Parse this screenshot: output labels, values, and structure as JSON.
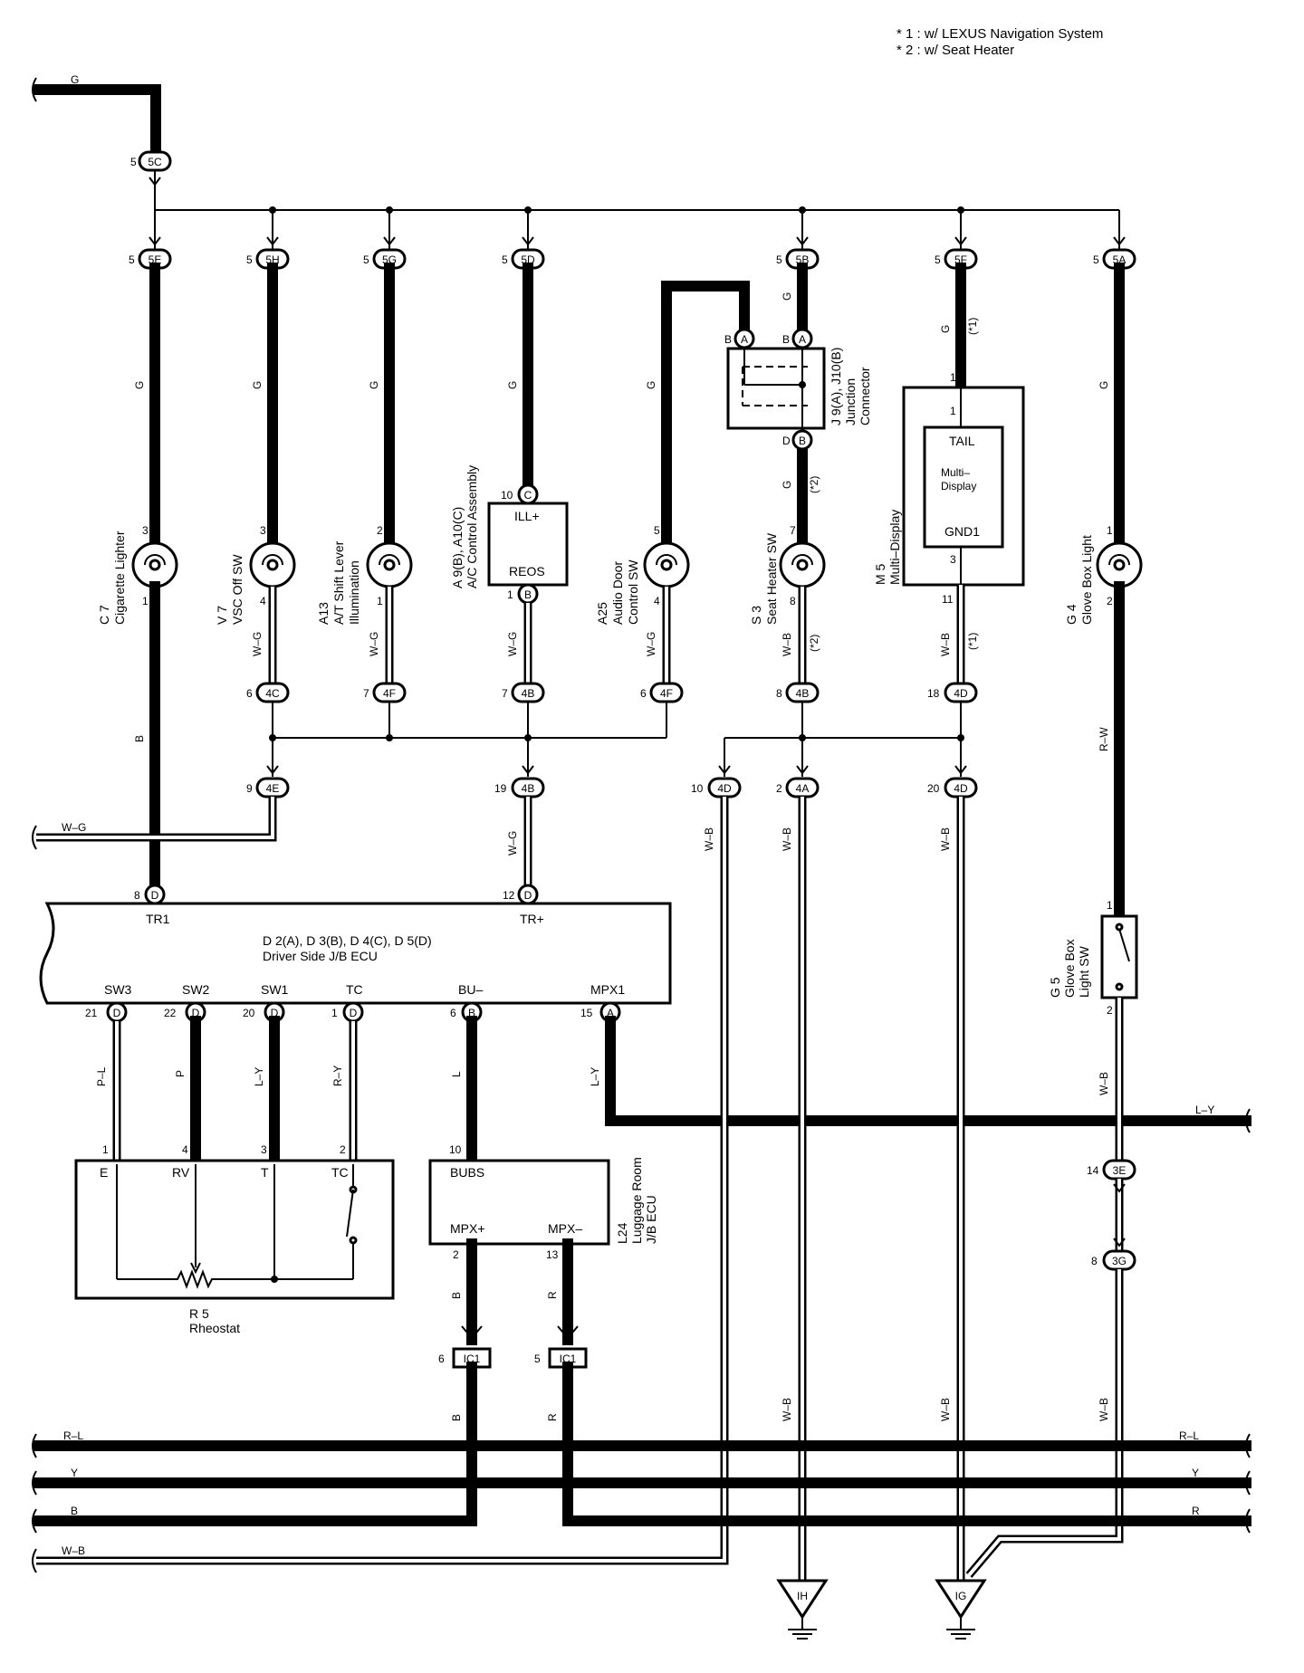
{
  "notes": [
    "* 1 : w/ LEXUS Navigation System",
    "* 2 : w/ Seat Heater"
  ],
  "wire_colors": {
    "g": "G",
    "b": "B",
    "wg": "W–G",
    "wb": "W–B",
    "rw": "R–W",
    "pl": "P–L",
    "p": "P",
    "ly": "L–Y",
    "ry": "R–Y",
    "l": "L",
    "r": "R",
    "rl": "R–L",
    "y": "Y",
    "star1": "(*1)",
    "star2": "(*2)"
  },
  "connectors": {
    "c5C": "5C",
    "c5E": "5E",
    "c5H": "5H",
    "c5G": "5G",
    "c5D": "5D",
    "c5B": "5B",
    "c5F": "5F",
    "c5A": "5A",
    "c4C": "4C",
    "c4F": "4F",
    "c4B": "4B",
    "c4D": "4D",
    "c4E": "4E",
    "c4A": "4A",
    "c3E": "3E",
    "c3G": "3G",
    "cIC1": "IC1",
    "cA": "A",
    "cB": "B",
    "cC": "C",
    "cD": "D"
  },
  "pins": {
    "p1": "1",
    "p2": "2",
    "p3": "3",
    "p4": "4",
    "p5": "5",
    "p6": "6",
    "p7": "7",
    "p8": "8",
    "p9": "9",
    "p10": "10",
    "p11": "11",
    "p12": "12",
    "p13": "13",
    "p14": "14",
    "p15": "15",
    "p18": "18",
    "p19": "19",
    "p20": "20",
    "p21": "21",
    "p22": "22",
    "pA": "A",
    "pB": "B",
    "pD": "D"
  },
  "components": {
    "c7_id": "C 7",
    "c7_name": "Cigarette Lighter",
    "v7_id": "V 7",
    "v7_name": "VSC Off SW",
    "a13_id": "A13",
    "a13_name1": "A/T Shift Lever",
    "a13_name2": "Illumination",
    "ac_id": "A 9(B), A10(C)",
    "ac_name": "A/C Control Assembly",
    "ac_ill": "ILL+",
    "ac_reos": "REOS",
    "a25_id": "A25",
    "a25_name1": "Audio Door",
    "a25_name2": "Control SW",
    "j9_id": "J 9(A), J10(B)",
    "j9_name1": "Junction",
    "j9_name2": "Connector",
    "s3_id": "S 3",
    "s3_name": "Seat Heater SW",
    "m5_id": "M 5",
    "m5_name": "Multi–Display",
    "m5_tail": "TAIL",
    "m5_inner1": "Multi–",
    "m5_inner2": "Display",
    "m5_gnd": "GND1",
    "g4_id": "G 4",
    "g4_name": "Glove Box Light",
    "g5_id": "G 5",
    "g5_name1": "Glove Box",
    "g5_name2": "Light SW",
    "ecu_title1": "D 2(A), D 3(B), D 4(C), D 5(D)",
    "ecu_title2": "Driver Side J/B ECU",
    "ecu_tr1": "TR1",
    "ecu_trp": "TR+",
    "ecu_sw3": "SW3",
    "ecu_sw2": "SW2",
    "ecu_sw1": "SW1",
    "ecu_tc": "TC",
    "ecu_bu": "BU–",
    "ecu_mpx1": "MPX1",
    "r5_id": "R 5",
    "r5_name": "Rheostat",
    "r5_e": "E",
    "r5_rv": "RV",
    "r5_t": "T",
    "r5_tc": "TC",
    "l24_id": "L24",
    "l24_name1": "Luggage Room",
    "l24_name2": "J/B ECU",
    "l24_bubs": "BUBS",
    "l24_mpxp": "MPX+",
    "l24_mpxm": "MPX–",
    "gnd_ih": "IH",
    "gnd_ig": "IG"
  }
}
